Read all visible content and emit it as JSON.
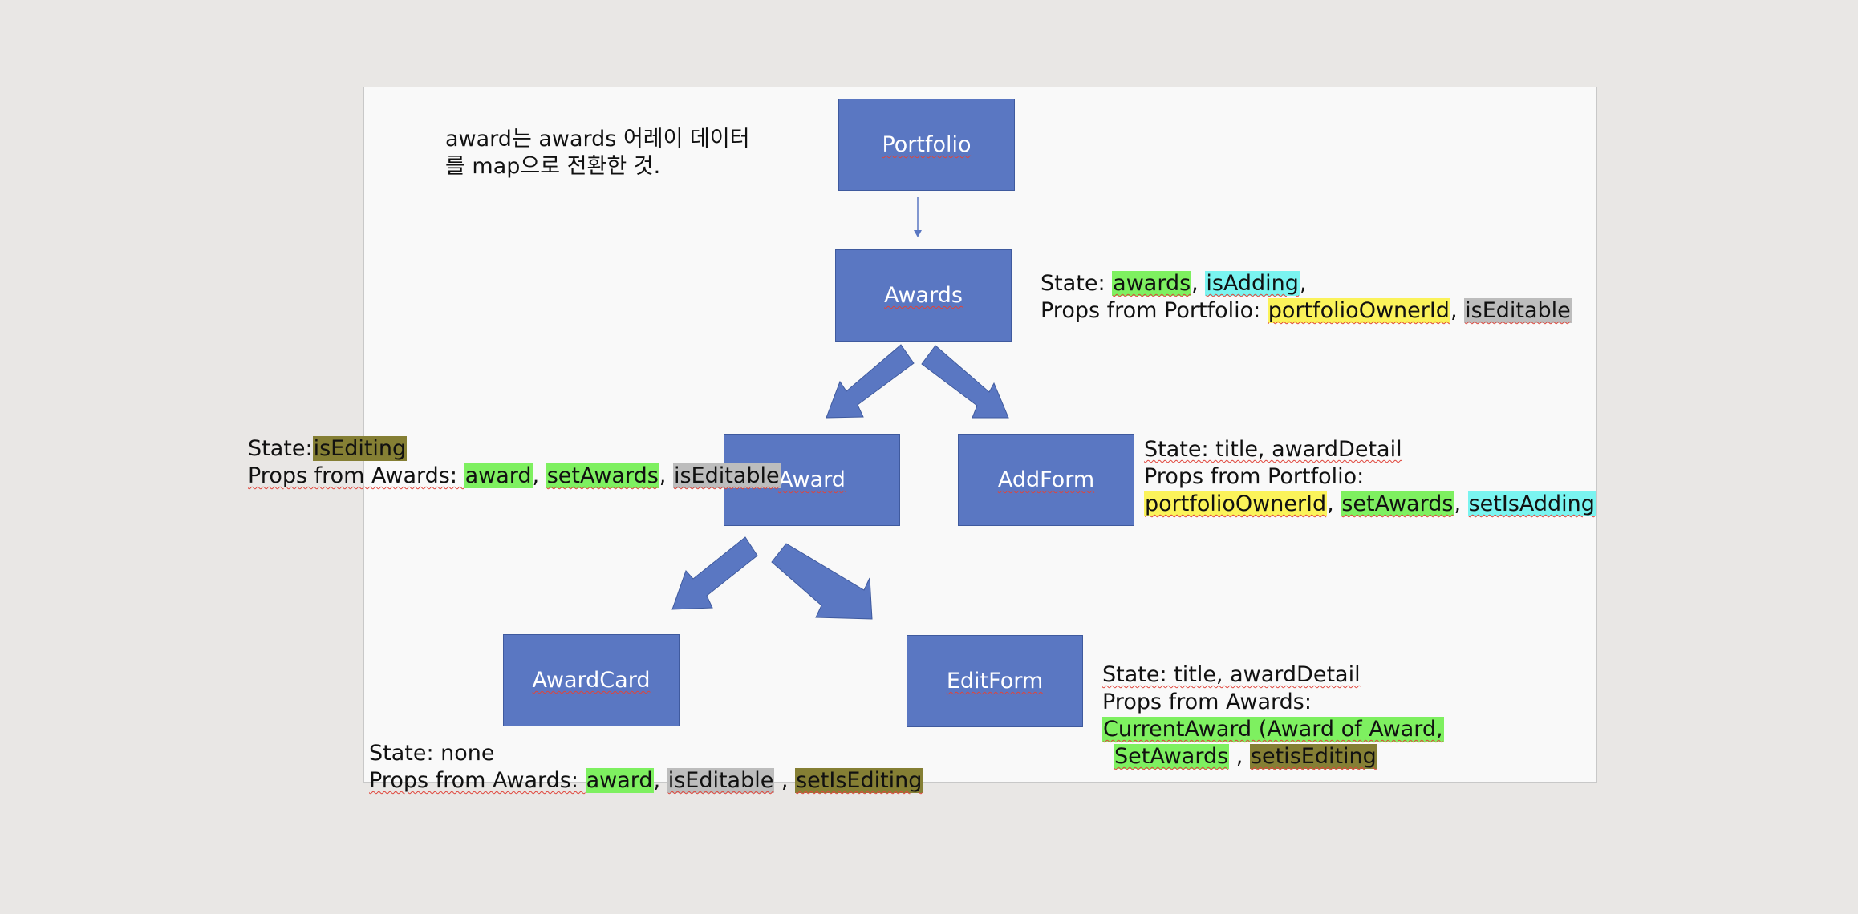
{
  "colors": {
    "node_fill": "#5a77c2",
    "arrow_fill": "#5a77c2",
    "highlight_green": "#7ef060",
    "highlight_cyan": "#7af4f0",
    "highlight_yellow": "#fbf35a",
    "highlight_gray": "#bdbdbd",
    "highlight_olive": "#857f34"
  },
  "nodes": {
    "portfolio": "Portfolio",
    "awards": "Awards",
    "award": "Award",
    "addform": "AddForm",
    "awardcard": "AwardCard",
    "editform": "EditForm"
  },
  "note": {
    "line1": "award는 awards 어레이 데이터",
    "line2": "를 map으로 전환한 것."
  },
  "awards_info": {
    "state_label": "State: ",
    "s1": "awards",
    "sep1": ", ",
    "s2": "isAdding",
    "trail": ",",
    "props_label": "Props from Portfolio: ",
    "p1": "portfolioOwnerId",
    "sep2": ", ",
    "p2": "isEditable"
  },
  "award_info": {
    "state_label": "State:",
    "s1": "isEditing",
    "props_label": "Props from Awards: ",
    "p1": "award",
    "sep1": ", ",
    "p2": "setAwards",
    "sep2": ", ",
    "p3": "isEditable"
  },
  "addform_info": {
    "state_line": "State: title, awardDetail",
    "props_label": "Props from Portfolio:",
    "p1": "portfolioOwnerId",
    "sep1": ", ",
    "p2": "setAwards",
    "sep2": ", ",
    "p3": "setIsAdding"
  },
  "editform_info": {
    "state_line": "State: title, awardDetail",
    "props_label": "Props from Awards:",
    "p1": "CurrentAward (Award of Award,",
    "p2": "SetAwards",
    "sep": " , ",
    "p3": "setisEditing"
  },
  "awardcard_info": {
    "state_line": "State: none",
    "props_label": "Props from Awards: ",
    "p1": "award",
    "sep1": ",  ",
    "p2": "isEditable",
    "sep2": " , ",
    "p3": "setIsEditing"
  }
}
